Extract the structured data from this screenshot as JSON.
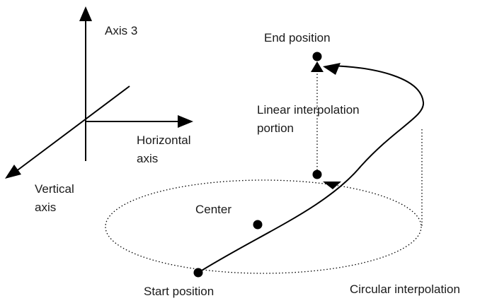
{
  "axes": {
    "axis3": "Axis 3",
    "horizontal": [
      "Horizontal",
      "axis"
    ],
    "vertical": [
      "Vertical",
      "axis"
    ]
  },
  "path": {
    "end": "End position",
    "linear": [
      "Linear interpolation",
      "portion"
    ],
    "center": "Center",
    "start": "Start position",
    "circular": "Circular interpolation"
  }
}
